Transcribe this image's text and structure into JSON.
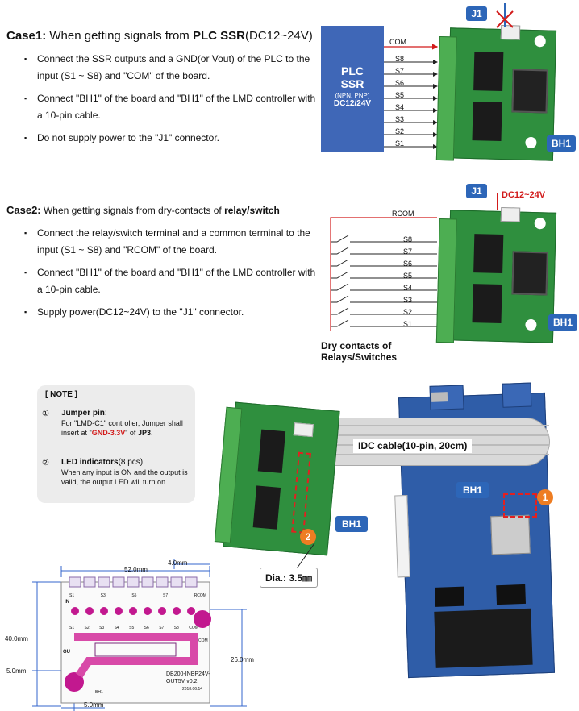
{
  "case1": {
    "title_bold": "Case1:",
    "title_pre": " When getting signals from ",
    "title_emph": "PLC SSR",
    "title_post": "(DC12~24V)",
    "bullets": [
      "Connect the SSR outputs and a GND(or Vout)  of the PLC to the input (S1 ~ S8) and \"COM\" of the board.",
      "Connect \"BH1\" of the board and \"BH1\" of the LMD controller with a 10-pin cable.",
      "Do not supply power to the \"J1\" connector."
    ],
    "plc_line1": "PLC",
    "plc_line2": "SSR",
    "plc_line3": "(NPN, PNP)",
    "plc_line4": "DC12/24V",
    "com_label": "COM",
    "signal_labels": [
      "S8",
      "S7",
      "S6",
      "S5",
      "S4",
      "S3",
      "S2",
      "S1"
    ],
    "j1_label": "J1",
    "bh1_label": "BH1"
  },
  "case2": {
    "title_bold": "Case2:",
    "title_pre": " When getting signals from dry-contacts of ",
    "title_emph": "relay/switch",
    "bullets": [
      "Connect the relay/switch terminal and a common terminal to the input (S1 ~ S8) and \"RCOM\" of the board.",
      "Connect \"BH1\" of the board and \"BH1\" of the LMD controller with a 10-pin cable.",
      "Supply power(DC12~24V) to the \"J1\" connector."
    ],
    "rcom_label": "RCOM",
    "signal_labels": [
      "S8",
      "S7",
      "S6",
      "S5",
      "S4",
      "S3",
      "S2",
      "S1"
    ],
    "j1_label": "J1",
    "power_label": "DC12~24V",
    "bh1_label": "BH1",
    "dry_label1": "Dry contacts of",
    "dry_label2": "Relays/Switches"
  },
  "note": {
    "title": "[ NOTE ]",
    "item1_num": "①",
    "item1_title": "Jumper pin",
    "item1_colon": ":",
    "item1_text_a": "For \"LMD-C1\" controller, Jumper shall insert at \"",
    "item1_red": "GND-3.3V",
    "item1_text_b": "\" of ",
    "item1_bold": "JP3",
    "item1_text_c": ".",
    "item2_num": "②",
    "item2_title": "LED indicators",
    "item2_count": "(8 pcs):",
    "item2_text": "When any input is ON and the output is valid, the output LED will turn on."
  },
  "photo": {
    "idc_label": "IDC cable(10-pin, 20cm)",
    "bh1_left": "BH1",
    "bh1_right": "BH1",
    "marker1": "1",
    "marker2": "2",
    "dia_label": "Dia.: 3.5㎜"
  },
  "drawing": {
    "dim_top_52": "52.0mm",
    "dim_top_4": "4.0mm",
    "dim_left_40": "40.0mm",
    "dim_right_26": "26.0mm",
    "dim_left_5": "5.0mm",
    "dim_bottom_5": "5.0mm",
    "pcb_line1": "DB200-INBP24V-",
    "pcb_line2": "OUT5V  v0.2",
    "pcb_date": "2018.06.14",
    "silk_in": "IN",
    "silk_s_top": [
      "S1",
      "S3",
      "S5",
      "S7",
      "RCOM"
    ],
    "silk_s_bottom": [
      "S1",
      "S2",
      "S3",
      "S4",
      "S5",
      "S6",
      "S7",
      "S8",
      "COM"
    ],
    "silk_com": "COM",
    "silk_ou": "OU",
    "silk_bh1": "BH1"
  },
  "colors": {
    "plc_blue": "#3f67b7",
    "label_blue": "#2d66b8",
    "accent_red": "#d21b1b",
    "marker_orange": "#ee7d22",
    "board_green": "#2f8f3e",
    "pcb_magenta": "#c2188f"
  }
}
